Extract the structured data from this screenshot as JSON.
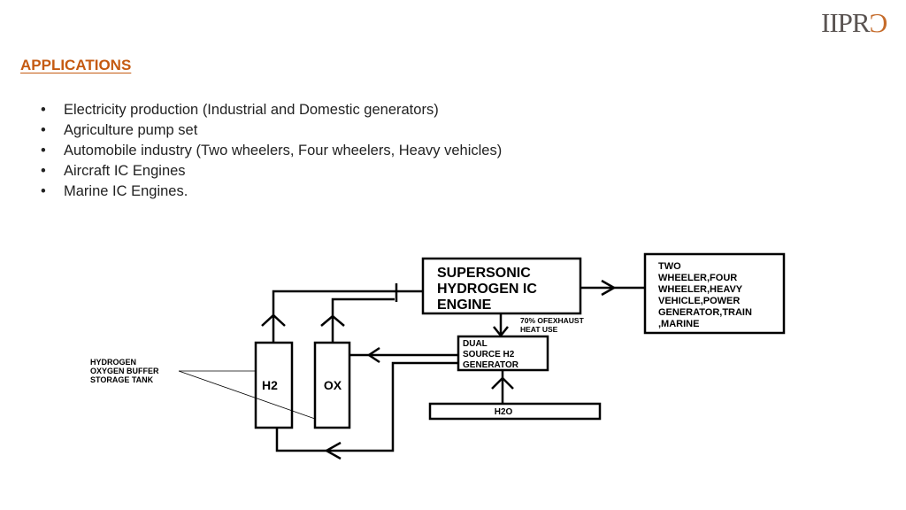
{
  "logo": {
    "text_a": "IIPR",
    "text_b": "Ͻ"
  },
  "section": {
    "title": "APPLICATIONS"
  },
  "bullets": [
    "Electricity production (Industrial and Domestic generators)",
    "Agriculture pump set",
    "Automobile industry (Two wheelers, Four wheelers, Heavy vehicles)",
    "Aircraft IC Engines",
    "Marine IC Engines."
  ],
  "diagram": {
    "engine": [
      "SUPERSONIC",
      "HYDROGEN IC",
      "ENGINE"
    ],
    "applications": [
      "TWO",
      "WHEELER,FOUR",
      "WHEELER,HEAVY",
      "VEHICLE,POWER",
      "GENERATOR,TRAIN",
      ",MARINE"
    ],
    "exhaust": [
      "70% OFEXHAUST",
      "HEAT USE"
    ],
    "generator": [
      "DUAL",
      "SOURCE H2",
      "GENERATOR"
    ],
    "water": "H2O",
    "h2_tank": "H2",
    "ox_tank": "OX",
    "buffer_label": [
      "HYDROGEN",
      "OXYGEN BUFFER",
      "STORAGE TANK"
    ]
  }
}
